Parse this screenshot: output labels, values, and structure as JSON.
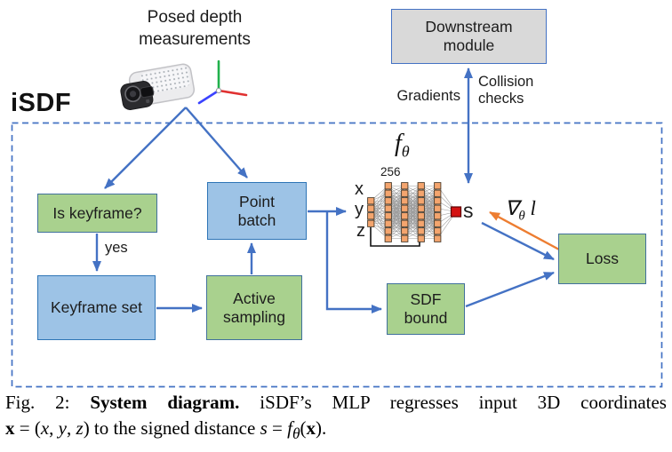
{
  "title": "iSDF",
  "source_label": {
    "line1": "Posed depth",
    "line2": "measurements"
  },
  "colors": {
    "arrow_blue": "#4472C4",
    "arrow_orange": "#ED7D31",
    "green_fill": "#A9D18E",
    "green_border": "#41719C",
    "blue_fill": "#9DC3E6",
    "blue_border": "#2E75B6",
    "gray_fill": "#D9D9D9",
    "node_fill": "#F4A56E",
    "node_border": "#4a3b2a",
    "node_output": "#D41111"
  },
  "boxes": {
    "downstream": {
      "line1": "Downstream",
      "line2": "module"
    },
    "is_keyframe": {
      "label": "Is keyframe?"
    },
    "keyframe_set": {
      "label": "Keyframe set"
    },
    "point_batch": {
      "line1": "Point",
      "line2": "batch"
    },
    "active_sampling": {
      "line1": "Active",
      "line2": "sampling"
    },
    "sdf_bound": {
      "line1": "SDF",
      "line2": "bound"
    },
    "loss": {
      "label": "Loss"
    }
  },
  "edge_labels": {
    "gradients": "Gradients",
    "collision_line1": "Collision",
    "collision_line2": "checks",
    "yes": "yes"
  },
  "mlp": {
    "function_parts": [
      {
        "text": "f",
        "style": "i"
      },
      {
        "text": "θ",
        "style": "sub"
      }
    ],
    "width_label": "256",
    "inputs": [
      "x",
      "y",
      "z"
    ],
    "output_label": "s",
    "layer_sizes": [
      4,
      8,
      8,
      8,
      8
    ]
  },
  "gradient_term_parts": [
    {
      "text": "∇",
      "style": "n"
    },
    {
      "text": "θ",
      "style": "sub"
    },
    {
      "text": " l",
      "style": "i"
    }
  ],
  "caption": {
    "line1_parts": [
      {
        "text": "Fig. 2: ",
        "style": "n"
      },
      {
        "text": "System diagram.",
        "style": "b"
      },
      {
        "text": " iSDF’s MLP regresses input 3D coordinates",
        "style": "n"
      }
    ],
    "line2_parts": [
      {
        "text": "x",
        "style": "b"
      },
      {
        "text": " = (",
        "style": "n"
      },
      {
        "text": "x",
        "style": "i"
      },
      {
        "text": ", ",
        "style": "n"
      },
      {
        "text": "y",
        "style": "i"
      },
      {
        "text": ", ",
        "style": "n"
      },
      {
        "text": "z",
        "style": "i"
      },
      {
        "text": ") to the signed distance ",
        "style": "n"
      },
      {
        "text": "s",
        "style": "i"
      },
      {
        "text": " = ",
        "style": "n"
      },
      {
        "text": "f",
        "style": "i"
      },
      {
        "text": "θ",
        "style": "sub"
      },
      {
        "text": "(",
        "style": "n"
      },
      {
        "text": "x",
        "style": "b"
      },
      {
        "text": ").",
        "style": "n"
      }
    ]
  }
}
